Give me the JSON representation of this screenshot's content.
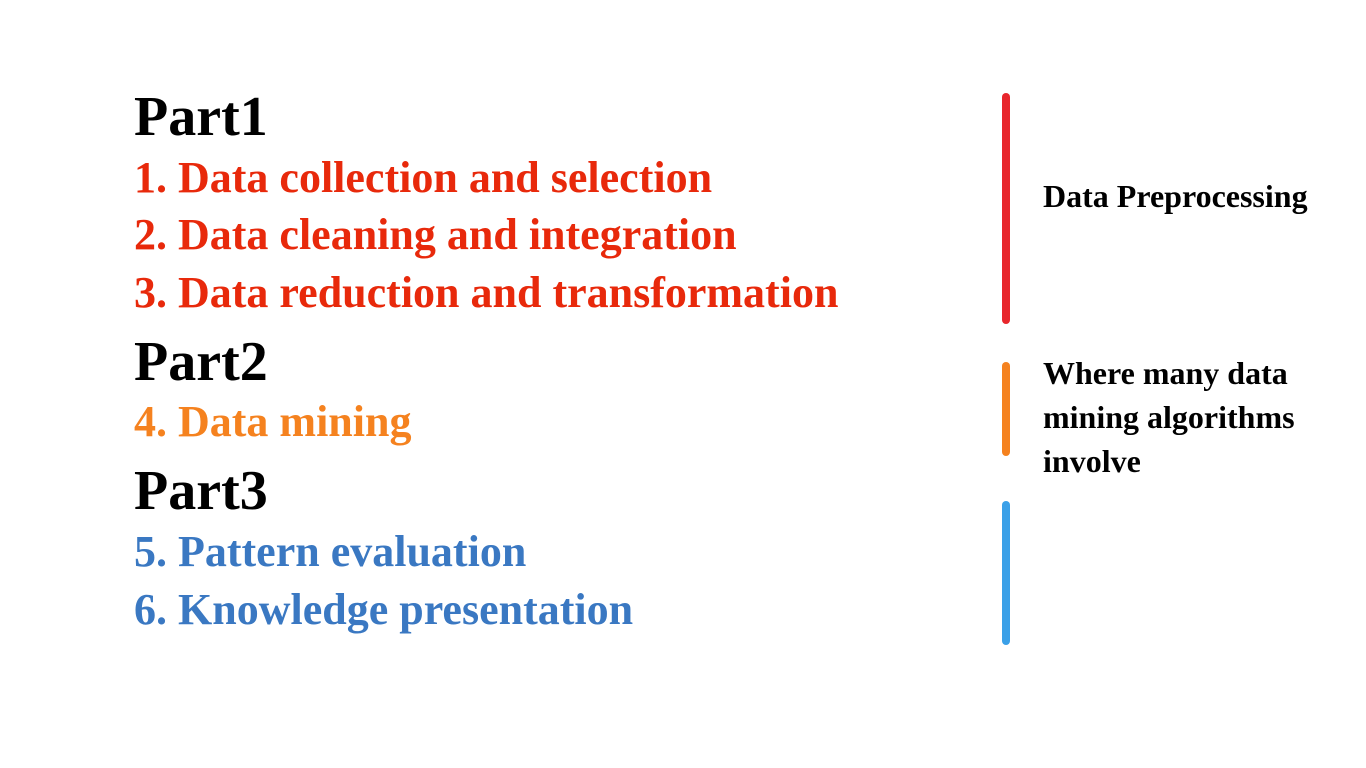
{
  "colors": {
    "part": "#000000",
    "part1": "#e8290b",
    "part2": "#f5821f",
    "part3": "#3a78c2",
    "bar1": "#e8262c",
    "bar2": "#f5821f",
    "bar3": "#3aa0e8"
  },
  "parts": [
    {
      "title": "Part1",
      "steps": [
        "1. Data collection and selection",
        "2. Data cleaning and integration",
        "3. Data reduction and transformation"
      ]
    },
    {
      "title": "Part2",
      "steps": [
        "4. Data mining"
      ]
    },
    {
      "title": "Part3",
      "steps": [
        "5. Pattern evaluation",
        "6. Knowledge presentation"
      ]
    }
  ],
  "notes": {
    "preprocessing": "Data Preprocessing",
    "mining_lines": [
      "Where many data",
      "mining algorithms",
      "involve"
    ]
  }
}
